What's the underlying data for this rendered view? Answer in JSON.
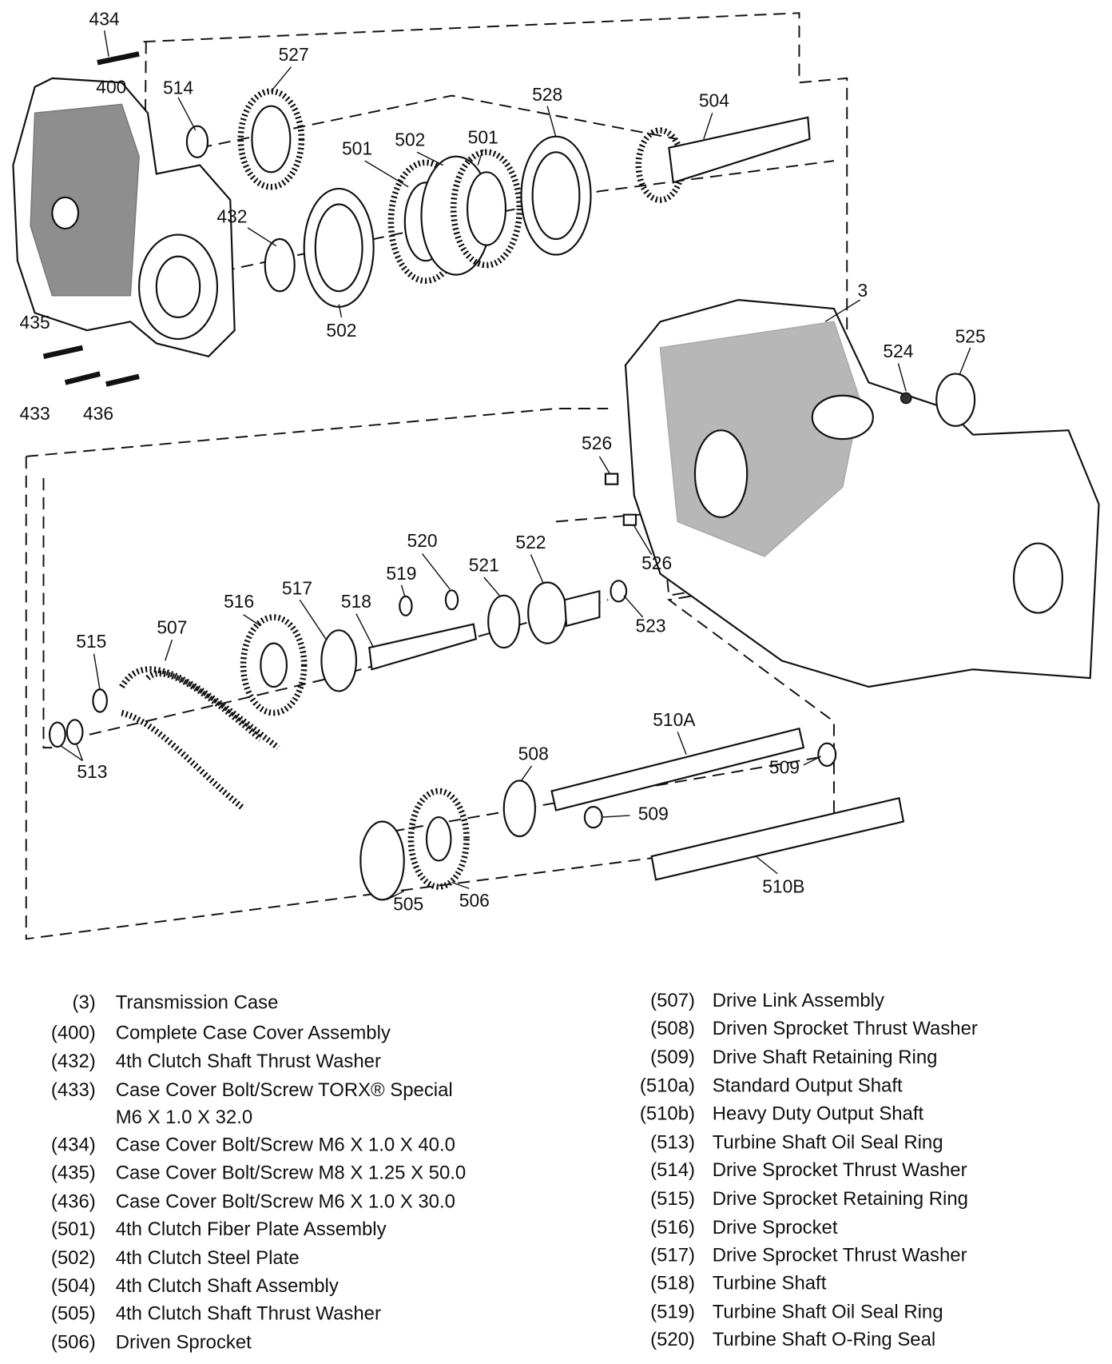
{
  "diagram": {
    "callouts": {
      "c434": "434",
      "c527": "527",
      "c400": "400",
      "c514": "514",
      "c528": "528",
      "c504": "504",
      "c501a": "501",
      "c502a": "502",
      "c501b": "501",
      "c432": "432",
      "c502b": "502",
      "c435": "435",
      "c433": "433",
      "c436": "436",
      "c3": "3",
      "c524": "524",
      "c525": "525",
      "c526a": "526",
      "c526b": "526",
      "c520": "520",
      "c522": "522",
      "c521": "521",
      "c519": "519",
      "c516": "516",
      "c517": "517",
      "c518": "518",
      "c523": "523",
      "c507": "507",
      "c515": "515",
      "c513": "513",
      "c510A": "510A",
      "c508": "508",
      "c509a": "509",
      "c509b": "509",
      "c510B": "510B",
      "c505": "505",
      "c506": "506"
    }
  },
  "legend": {
    "left": [
      {
        "num": "(3)",
        "desc": "Transmission Case"
      },
      {
        "num": "(400)",
        "desc": "Complete Case Cover Assembly"
      },
      {
        "num": "(432)",
        "desc": "4th Clutch Shaft Thrust Washer"
      },
      {
        "num": "(433)",
        "desc": "Case Cover Bolt/Screw TORX® Special",
        "desc2": "M6 X 1.0 X 32.0"
      },
      {
        "num": "(434)",
        "desc": "Case Cover Bolt/Screw M6 X 1.0 X 40.0"
      },
      {
        "num": "(435)",
        "desc": "Case Cover Bolt/Screw M8 X 1.25 X 50.0"
      },
      {
        "num": "(436)",
        "desc": "Case Cover Bolt/Screw M6 X 1.0 X 30.0"
      },
      {
        "num": "(501)",
        "desc": "4th Clutch Fiber Plate Assembly"
      },
      {
        "num": "(502)",
        "desc": "4th Clutch Steel Plate"
      },
      {
        "num": "(504)",
        "desc": "4th Clutch Shaft Assembly"
      },
      {
        "num": "(505)",
        "desc": "4th Clutch Shaft Thrust Washer"
      },
      {
        "num": "(506)",
        "desc": "Driven Sprocket"
      }
    ],
    "right": [
      {
        "num": "(507)",
        "desc": "Drive Link Assembly"
      },
      {
        "num": "(508)",
        "desc": "Driven Sprocket Thrust Washer"
      },
      {
        "num": "(509)",
        "desc": "Drive Shaft Retaining Ring"
      },
      {
        "num": "(510a)",
        "desc": "Standard Output Shaft"
      },
      {
        "num": "(510b)",
        "desc": "Heavy Duty Output Shaft"
      },
      {
        "num": "(513)",
        "desc": "Turbine Shaft Oil Seal Ring"
      },
      {
        "num": "(514)",
        "desc": "Drive Sprocket Thrust Washer"
      },
      {
        "num": "(515)",
        "desc": "Drive Sprocket Retaining Ring"
      },
      {
        "num": "(516)",
        "desc": "Drive Sprocket"
      },
      {
        "num": "(517)",
        "desc": "Drive Sprocket Thrust Washer"
      },
      {
        "num": "(518)",
        "desc": "Turbine Shaft"
      },
      {
        "num": "(519)",
        "desc": "Turbine Shaft Oil Seal Ring"
      },
      {
        "num": "(520)",
        "desc": "Turbine Shaft O-Ring Seal"
      }
    ]
  }
}
